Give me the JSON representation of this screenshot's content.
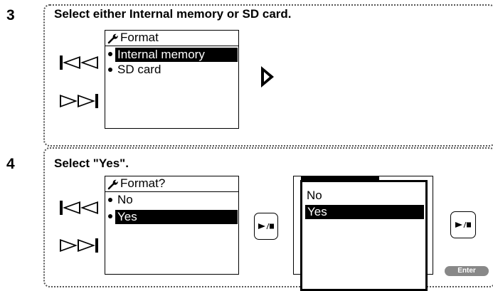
{
  "step3": {
    "number": "3",
    "instruction": "Select either Internal memory or SD card.",
    "screen": {
      "title": "Format",
      "options": [
        "Internal memory",
        "SD card"
      ],
      "selected_index": 0
    }
  },
  "step4": {
    "number": "4",
    "instruction": "Select \"Yes\".",
    "screen": {
      "title": "Format?",
      "options": [
        "No",
        "Yes"
      ],
      "selected_index": 1
    },
    "dialog": {
      "options": [
        "No",
        "Yes"
      ],
      "selected_index": 1
    },
    "enter_label": "Enter"
  },
  "icons": {
    "title_icon": "wrench-icon",
    "prev": "skip-back-icon",
    "next": "skip-forward-icon",
    "proceed": "right-triangle-arrow-icon",
    "play_stop": "play-stop-button-icon"
  }
}
